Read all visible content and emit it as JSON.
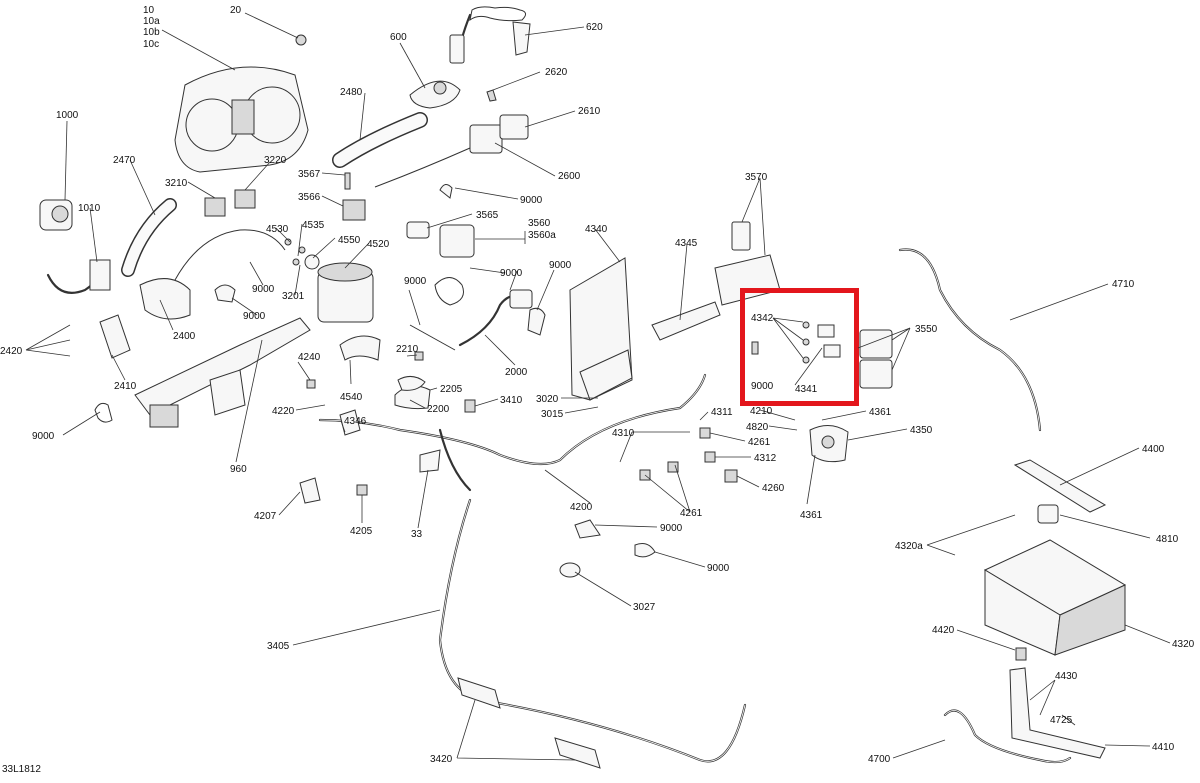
{
  "diagram_id": "33L1812",
  "callouts": [
    "10",
    "10a",
    "10b",
    "10c",
    "20",
    "600",
    "620",
    "2620",
    "2610",
    "2600",
    "2480",
    "1000",
    "2470",
    "3210",
    "3220",
    "3567",
    "3566",
    "9000",
    "3565",
    "3560",
    "3560a",
    "4340",
    "3570",
    "4345",
    "4710",
    "1010",
    "4530",
    "4535",
    "4550",
    "4520",
    "9000",
    "9000",
    "9000",
    "4342",
    "3550",
    "9000",
    "4341",
    "2420",
    "2400",
    "9000",
    "3201",
    "9000",
    "2000",
    "2410",
    "4240",
    "2210",
    "4540",
    "3020",
    "3015",
    "4210",
    "4361",
    "2205",
    "3410",
    "4220",
    "2200",
    "4311",
    "4820",
    "4350",
    "4346",
    "4261",
    "4310",
    "4312",
    "4400",
    "9000",
    "960",
    "4260",
    "4361",
    "4207",
    "4200",
    "4261",
    "4810",
    "4205",
    "33",
    "9000",
    "4320a",
    "9000",
    "3027",
    "3405",
    "4320",
    "4420",
    "4430",
    "4725",
    "4700",
    "3420",
    "4410"
  ],
  "highlight": {
    "color": "#e3161c",
    "parts": [
      "4342",
      "4341",
      "9000"
    ]
  }
}
